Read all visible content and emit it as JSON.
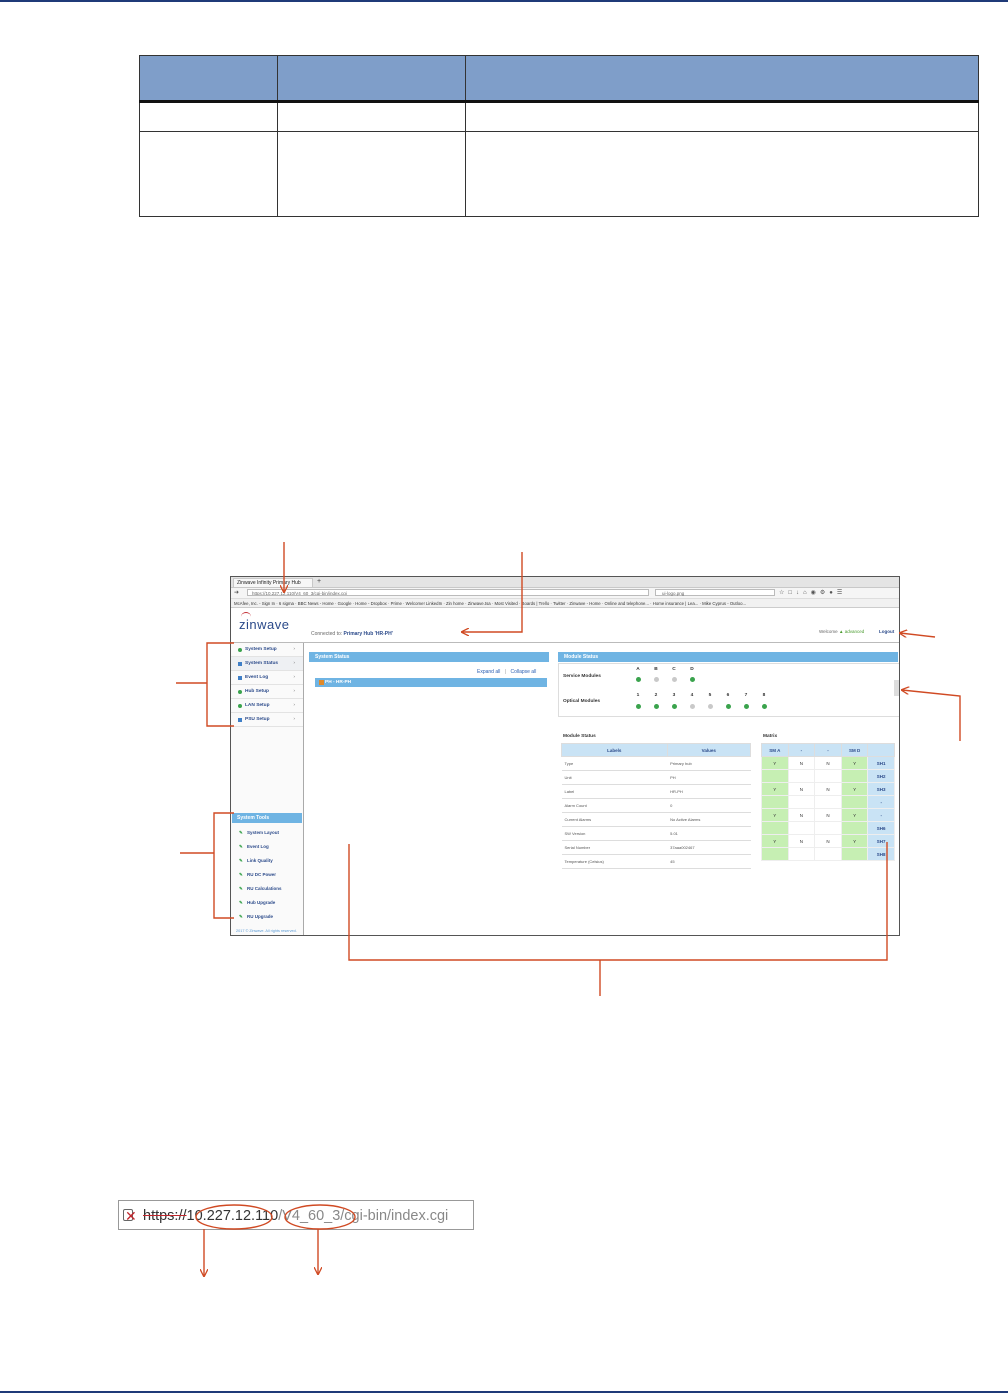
{
  "browser": {
    "tab_title": "Zinwave Infinity Primary Hub",
    "tab_new": "+",
    "url": "https://10.227.12.110/V4_60_3/cgi-bin/index.cgi",
    "search_value": "ui-logo.png",
    "bookmarks": "McAfee, Inc. - Sign In  ·  6 sigma  ·  BBC News - Home  ·  Google  ·  Home - Dropbox  ·  Prime  ·  Welcome! LinkedIn  ·  Zin home  ·  Zinwave.tsa  ·  Most Visited  ·  Boards | Trello  ·  Twitter  ·  Zinwave - Home  ·  Online and telephone...  ·  Home insurance | Lea...  ·  Mike Cyprus - Outloo..."
  },
  "app": {
    "logo": "zinwave",
    "connected_prefix": "Connected to:",
    "connected_hub": "Primary Hub 'HR-PH'",
    "welcome": "Welcome",
    "user": "advanced",
    "logout": "Logout"
  },
  "sidebar": {
    "items": [
      {
        "label": "System Setup"
      },
      {
        "label": "System Status"
      },
      {
        "label": "Event Log"
      },
      {
        "label": "Hub Setup"
      },
      {
        "label": "LAN Setup"
      },
      {
        "label": "PSU Setup"
      }
    ],
    "tools_title": "System Tools",
    "tools": [
      {
        "label": "System Layout"
      },
      {
        "label": "Event Log"
      },
      {
        "label": "Link Quality"
      },
      {
        "label": "RU DC Power"
      },
      {
        "label": "RU Calculations"
      },
      {
        "label": "Hub Upgrade"
      },
      {
        "label": "RU Upgrade"
      }
    ],
    "copyright": "2017 © Zinwave. All rights reserved."
  },
  "system_status": {
    "title": "System Status",
    "expand_all": "Expand all",
    "separator": "|",
    "collapse_all": "Collapse all",
    "tree_item": "PH - HR-PH"
  },
  "module_status_top": {
    "title": "Module Status",
    "service_label": "Service Modules",
    "service_letters": [
      "A",
      "B",
      "C",
      "D"
    ],
    "service_states": [
      "on",
      "off",
      "off",
      "on"
    ],
    "optical_label": "Optical Modules",
    "optical_numbers": [
      "1",
      "2",
      "3",
      "4",
      "5",
      "6",
      "7",
      "8"
    ],
    "optical_states": [
      "on",
      "on",
      "on",
      "off",
      "off",
      "on",
      "on",
      "on"
    ]
  },
  "module_status_table": {
    "title": "Module Status",
    "col_labels": "Labels",
    "col_values": "Values",
    "rows": [
      {
        "label": "Type",
        "value": "Primary hub"
      },
      {
        "label": "Unit",
        "value": "PH"
      },
      {
        "label": "Label",
        "value": "HR-PH"
      },
      {
        "label": "Alarm Count",
        "value": "0"
      },
      {
        "label": "Current Alarms",
        "value": "No Active Alarms"
      },
      {
        "label": "SW Version",
        "value": "5.01"
      },
      {
        "label": "Serial Number",
        "value": "37aaa002467"
      },
      {
        "label": "Temperature (Celsius)",
        "value": "45"
      }
    ]
  },
  "matrix": {
    "title": "Matrix",
    "headers": [
      "SM A",
      "-",
      "-",
      "SM D",
      ""
    ],
    "rows": [
      [
        "Y",
        "N",
        "N",
        "Y",
        "SH1"
      ],
      [
        "",
        "",
        "",
        "",
        "SH2"
      ],
      [
        "Y",
        "N",
        "N",
        "Y",
        "SH3"
      ],
      [
        "",
        "",
        "",
        "",
        "-"
      ],
      [
        "Y",
        "N",
        "N",
        "Y",
        "-"
      ],
      [
        "",
        "",
        "",
        "",
        "SH6"
      ],
      [
        "Y",
        "N",
        "N",
        "Y",
        "SH7"
      ],
      [
        "",
        "",
        "",
        "",
        "SH8"
      ]
    ]
  },
  "address_crop": {
    "scheme": "https://",
    "ip": "10.227.12.110",
    "rest": "/V4_60_3/cgi-bin/index.cgi"
  },
  "colors": {
    "header_rule": "#1f3a78",
    "table_header": "#7f9ec9",
    "annotation": "#d04a23",
    "panel_blue": "#6fb4e3",
    "status_green": "#3aa34d"
  }
}
